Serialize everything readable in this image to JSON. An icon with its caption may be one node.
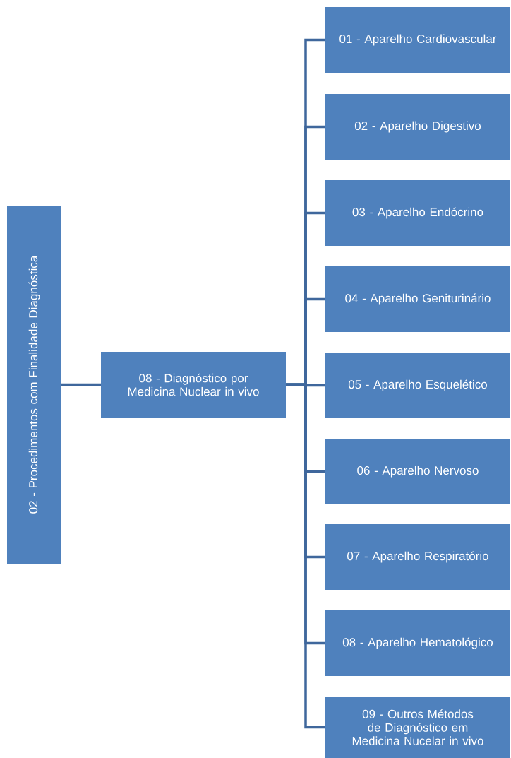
{
  "diagram": {
    "nodes": [
      {
        "text": [
          "02 - Procedimentos com Finalidade Diagnóstica"
        ]
      },
      {
        "text": [
          "08 - Diagnóstico por Medicina Nuclear in vivo"
        ]
      },
      {
        "text": [
          "01 - Aparelho Cardiovascular"
        ]
      },
      {
        "text": [
          "02 - Aparelho Digestivo"
        ]
      },
      {
        "text": [
          "03 - Aparelho Endócrino"
        ]
      },
      {
        "text": [
          "04 - Aparelho Geniturinário"
        ]
      },
      {
        "text": [
          "05 - Aparelho Esquelético"
        ]
      },
      {
        "text": [
          "06 - Aparelho Nervoso"
        ]
      },
      {
        "text": [
          "07 - Aparelho Respiratório"
        ]
      },
      {
        "text": [
          "08 - Aparelho Hematológico"
        ]
      },
      {
        "text": [
          "09 - Outros Métodos de Diagnóstico em Medicina Nucelar in vivo"
        ]
      }
    ],
    "edges": [
      {
        "from": 0,
        "to": 1,
        "arrow": "none"
      },
      {
        "from": 1,
        "to": 2,
        "arrow": "none"
      },
      {
        "from": 1,
        "to": 3,
        "arrow": "none"
      },
      {
        "from": 1,
        "to": 4,
        "arrow": "none"
      },
      {
        "from": 1,
        "to": 5,
        "arrow": "none"
      },
      {
        "from": 1,
        "to": 6,
        "arrow": "none"
      },
      {
        "from": 1,
        "to": 7,
        "arrow": "none"
      },
      {
        "from": 1,
        "to": 8,
        "arrow": "none"
      },
      {
        "from": 1,
        "to": 9,
        "arrow": "none"
      },
      {
        "from": 1,
        "to": 10,
        "arrow": "none"
      }
    ]
  }
}
